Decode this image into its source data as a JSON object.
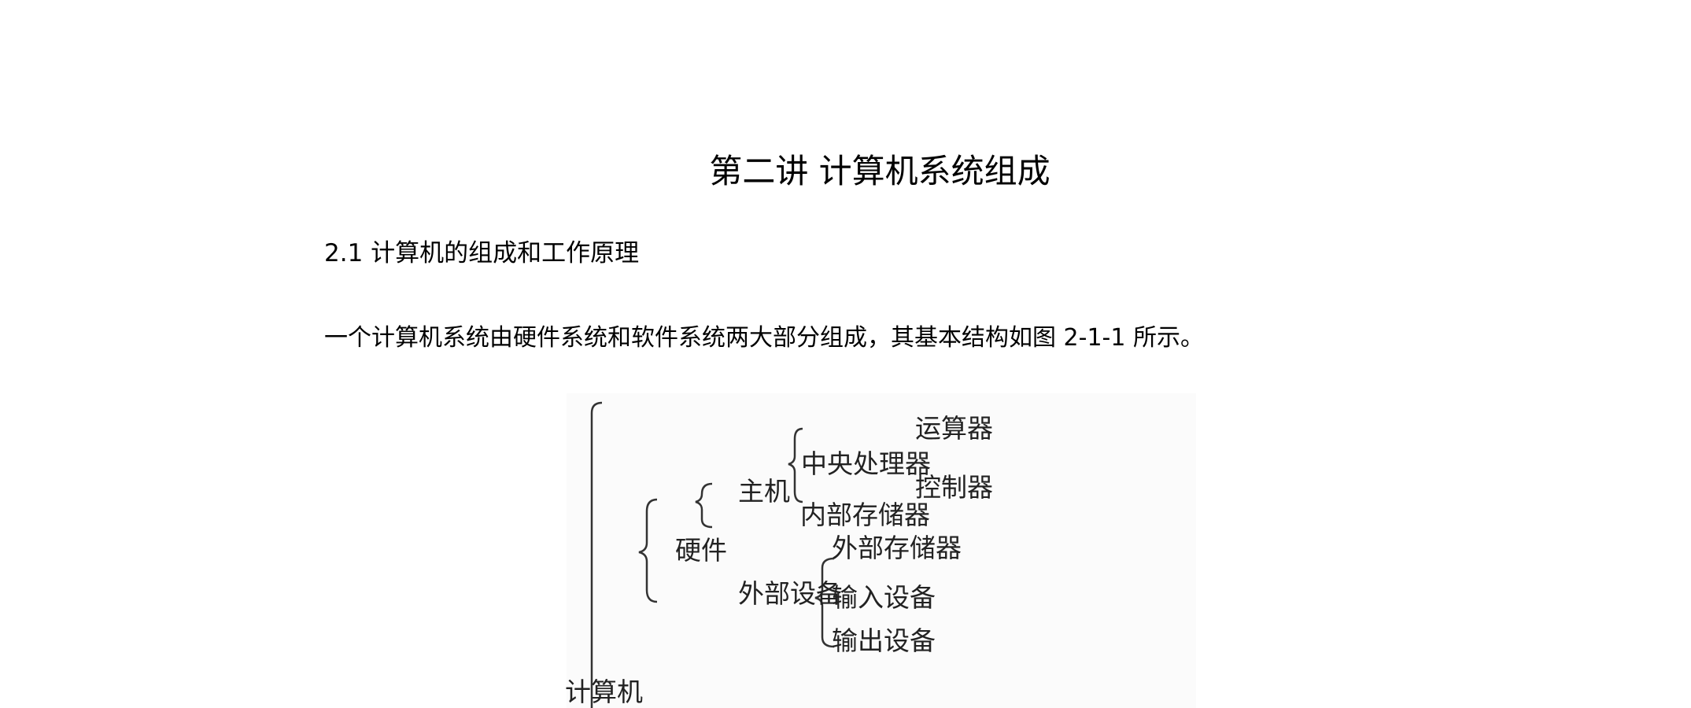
{
  "title": "第二讲 计算机系统组成",
  "section_heading": "2.1 计算机的组成和工作原理",
  "paragraph": "一个计算机系统由硬件系统和软件系统两大部分组成，其基本结构如图 2-1-1 所示。",
  "diagram": {
    "root": "计算机",
    "hardware": "硬件",
    "host": "主机",
    "cpu": "中央处理器",
    "alu": "运算器",
    "controller": "控制器",
    "internal_memory": "内部存储器",
    "peripherals": "外部设备",
    "external_memory": "外部存储器",
    "input_devices": "输入设备",
    "output_devices": "输出设备"
  }
}
